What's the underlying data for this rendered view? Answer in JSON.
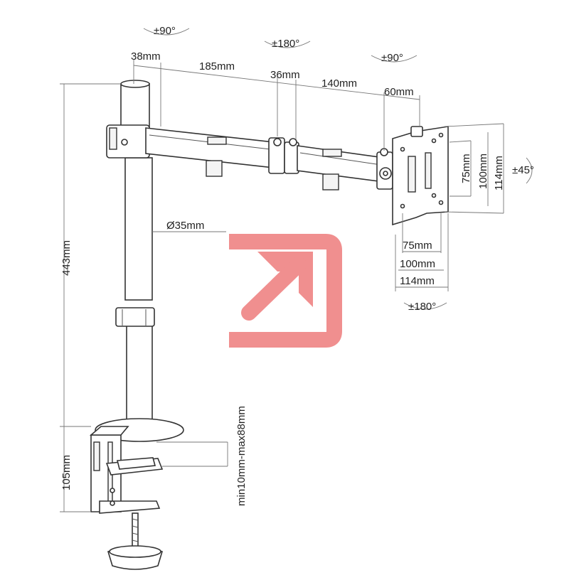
{
  "diagram": {
    "arm_segments": [
      "38mm",
      "185mm",
      "36mm",
      "140mm",
      "60mm"
    ],
    "pole_diameter": "Ø35mm",
    "pole_height": "443mm",
    "clamp_height": "105mm",
    "desk_thickness": "min10mm-max88mm",
    "vesa_vertical": [
      "75mm",
      "100mm",
      "114mm"
    ],
    "vesa_horizontal": [
      "75mm",
      "100mm",
      "114mm"
    ],
    "rotations": {
      "pole_joint": "±90°",
      "middle_joint": "±180°",
      "head_joint": "±90°",
      "tilt": "±45°",
      "swivel": "±180°"
    }
  },
  "badge": {
    "icon": "open-external-arrow-icon",
    "color": "#f08a8a"
  }
}
